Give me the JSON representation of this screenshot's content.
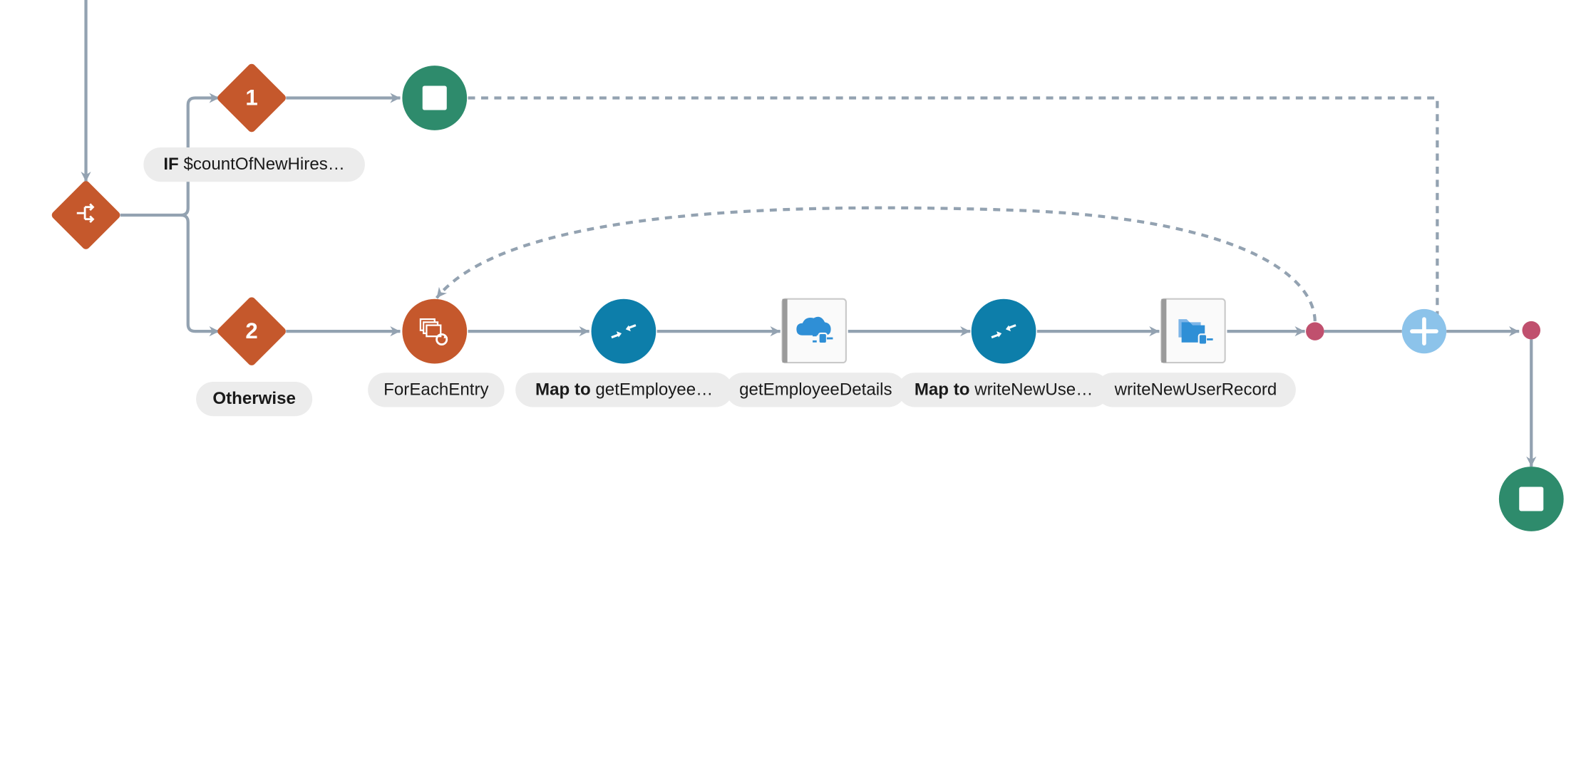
{
  "branch1": {
    "number": "1",
    "condition_keyword": "IF",
    "condition_text": "$countOfNewHires…"
  },
  "branch2": {
    "number": "2",
    "label": "Otherwise"
  },
  "steps": [
    {
      "label": "ForEachEntry"
    },
    {
      "keyword": "Map to",
      "label": "getEmployee…"
    },
    {
      "label": "getEmployeeDetails"
    },
    {
      "keyword": "Map to",
      "label": "writeNewUse…"
    },
    {
      "label": "writeNewUserRecord"
    }
  ],
  "icons": {
    "switch": "switch-icon",
    "branch1": "branch-1-icon",
    "branch2": "branch-2-icon",
    "stop1": "stop-icon",
    "foreach": "for-each-icon",
    "map1": "map-icon",
    "invoke1": "cloud-adapter-icon",
    "map2": "map-icon",
    "invoke2": "file-adapter-icon",
    "add": "plus-icon",
    "stop2": "stop-icon"
  },
  "colors": {
    "orange": "#c5582c",
    "green": "#2e8b6c",
    "blue": "#0d7eaa",
    "light_blue": "#8cc3ea",
    "junction": "#c0506e",
    "line": "#93a2b1",
    "pill_bg": "#ececec"
  }
}
